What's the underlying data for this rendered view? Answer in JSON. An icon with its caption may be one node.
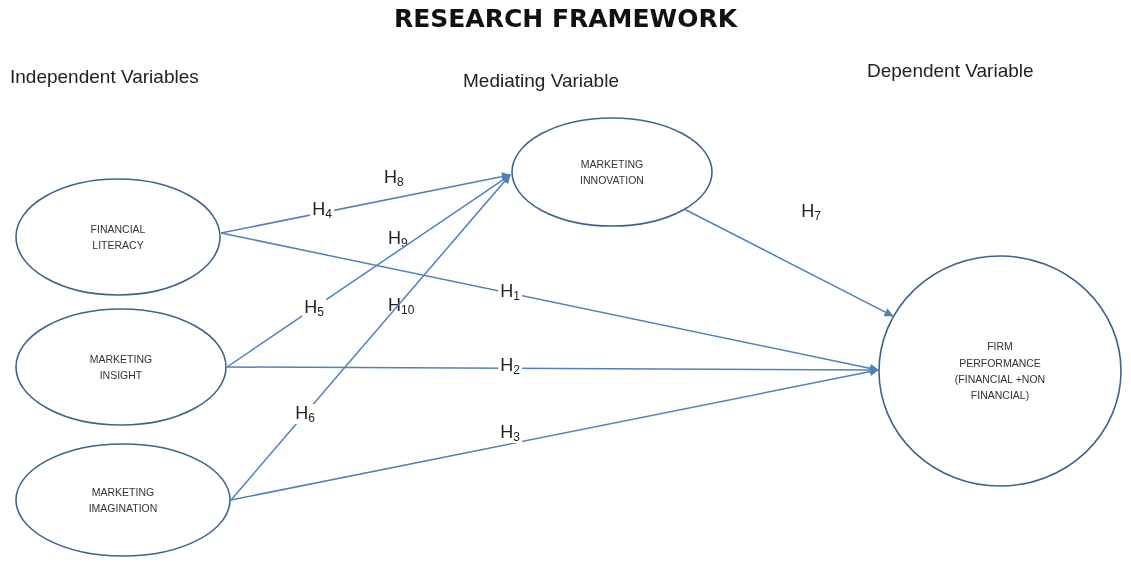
{
  "diagram": {
    "title": "RESEARCH FRAMEWORK",
    "nodes": [
      {
        "text": [
          "FINANCIAL LITERACY"
        ]
      },
      {
        "text": [
          "MARKETING INSIGHT"
        ]
      },
      {
        "text": [
          "MARKETING IMAGINATION"
        ]
      },
      {
        "text": [
          "MARKETING INNOVATION"
        ]
      },
      {
        "text": [
          "FIRM PERFORMANCE (FINANCIAL +NON FINANCIAL)"
        ]
      }
    ],
    "edges": [
      {
        "from": 0,
        "to": 3,
        "arrow": "to",
        "label": "H$_{4}$"
      },
      {
        "from": 1,
        "to": 3,
        "arrow": "to",
        "label": "H$_{5}$"
      },
      {
        "from": 2,
        "to": 3,
        "arrow": "to",
        "label": "H$_{6}$"
      },
      {
        "from": 0,
        "to": 4,
        "arrow": "to",
        "label": "H$_{1}$"
      },
      {
        "from": 1,
        "to": 4,
        "arrow": "to",
        "label": "H$_{2}$"
      },
      {
        "from": 2,
        "to": 4,
        "arrow": "to",
        "label": "H$_{3}$"
      },
      {
        "from": 3,
        "to": 4,
        "arrow": "to",
        "label": "H$_{7}$"
      }
    ],
    "labels": [
      "Independent Variables",
      "Mediating Variable",
      "Dependent Variable",
      "H$_{8}$",
      "H$_{9}$",
      "H$_{10}$"
    ]
  }
}
